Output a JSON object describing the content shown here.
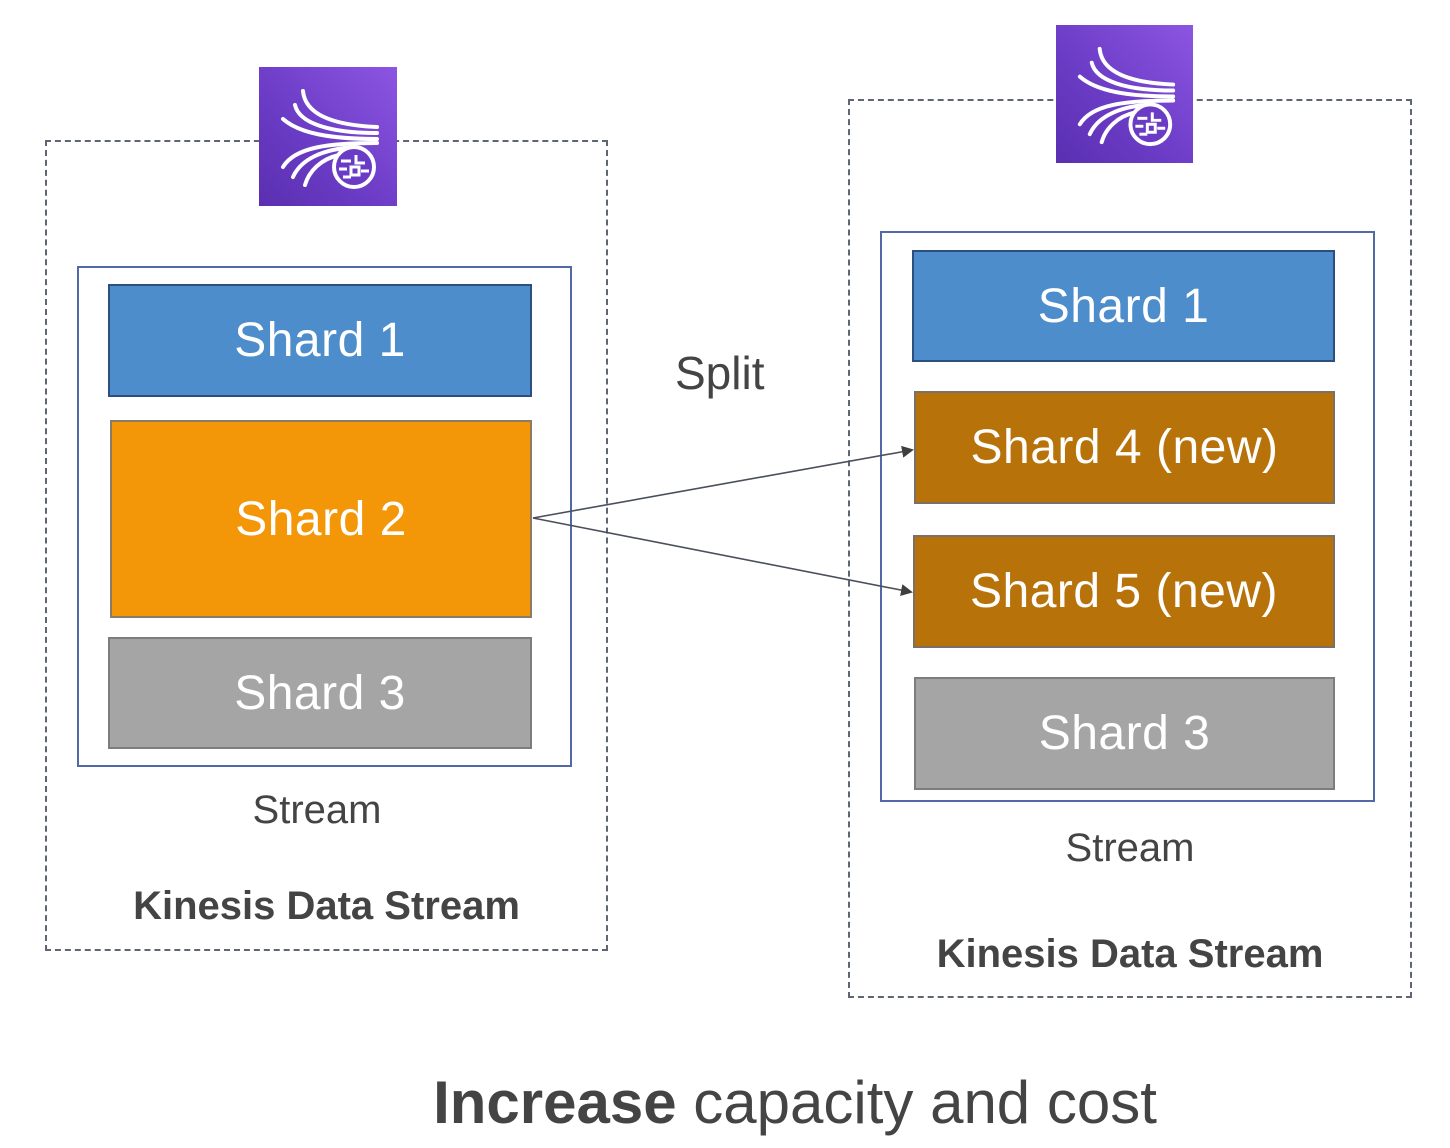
{
  "diagram": {
    "operation_label": "Split",
    "footer": {
      "bold": "Increase",
      "rest": " capacity and cost"
    },
    "left": {
      "service_icon": "kinesis-data-streams-icon",
      "stream_label": "Stream",
      "service_label": "Kinesis Data Stream",
      "shards": [
        {
          "label": "Shard 1",
          "color": "#4d8dcb"
        },
        {
          "label": "Shard 2",
          "color": "#f39607"
        },
        {
          "label": "Shard 3",
          "color": "#a5a5a5"
        }
      ]
    },
    "right": {
      "service_icon": "kinesis-data-streams-icon",
      "stream_label": "Stream",
      "service_label": "Kinesis Data Stream",
      "shards": [
        {
          "label": "Shard 1",
          "color": "#4d8dcb"
        },
        {
          "label": "Shard 4 (new)",
          "color": "#b8720a"
        },
        {
          "label": "Shard 5 (new)",
          "color": "#b8720a"
        },
        {
          "label": "Shard 3",
          "color": "#a5a5a5"
        }
      ]
    },
    "edges": [
      {
        "from": "Shard 2",
        "to": "Shard 4 (new)"
      },
      {
        "from": "Shard 2",
        "to": "Shard 5 (new)"
      }
    ],
    "colors": {
      "icon_purple": "#7a46d6",
      "stream_border": "#5269a8",
      "dashed_border": "#5f6673",
      "text": "#444444"
    }
  }
}
